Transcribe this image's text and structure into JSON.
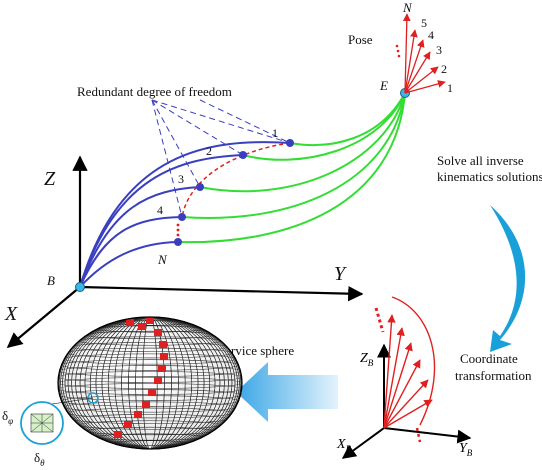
{
  "labels": {
    "pose": "Pose",
    "pose_axis": "N",
    "end_point": "E",
    "base_point": "B",
    "redundant": "Redundant degree of freedom",
    "solve_line1": "Solve all inverse",
    "solve_line2": "kinematics solutions",
    "coord_line1": "Coordinate",
    "coord_line2": "transformation",
    "service_sphere": "Service sphere",
    "n_marker": "N"
  },
  "axes": {
    "world": {
      "x": "X",
      "y": "Y",
      "z": "Z"
    },
    "base": {
      "x": "X",
      "y": "Y",
      "z": "Z",
      "subscript": "B"
    }
  },
  "pose_numbers": [
    "1",
    "2",
    "3",
    "4",
    "5"
  ],
  "solution_numbers": [
    "1",
    "2",
    "3",
    "4"
  ],
  "deltas": {
    "phi": "δ",
    "phi_sub": "φ",
    "theta": "δ",
    "theta_sub": "θ"
  },
  "colors": {
    "blue_arm": "#3a3fbf",
    "green_arm": "#33dd33",
    "red": "#e02020",
    "cyan_point": "#39b7e6",
    "arrow_blue": "#1aa0d8",
    "big_arrow": "#4ab0e8",
    "axis": "#000000"
  }
}
